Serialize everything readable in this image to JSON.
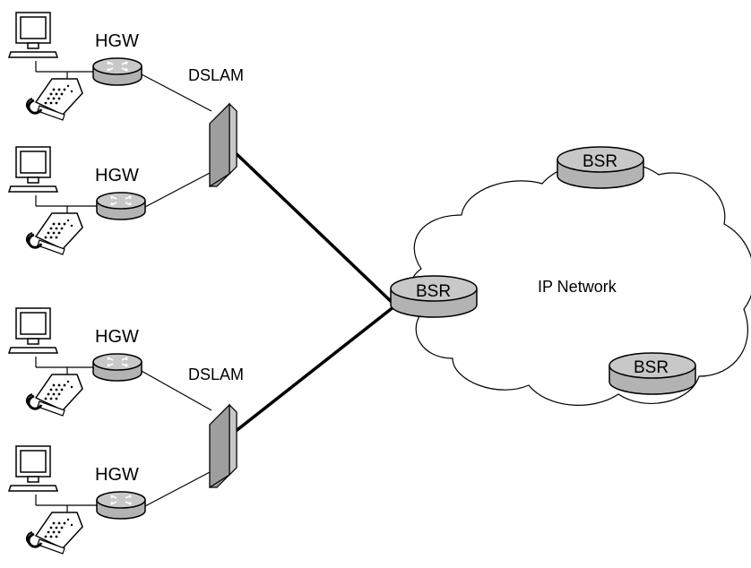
{
  "diagram": {
    "title": "",
    "colors": {
      "device_fill": "#b3b3b3",
      "device_top": "#c8c8c8",
      "stroke": "#000000",
      "cloud_fill": "#ffffff"
    },
    "network": {
      "label": "IP Network"
    },
    "bsr_label": "BSR",
    "dslam_label": "DSLAM",
    "hgw_label": "HGW",
    "sites": [
      {
        "dslam": "DSLAM",
        "hgws": [
          "HGW",
          "HGW"
        ]
      },
      {
        "dslam": "DSLAM",
        "hgws": [
          "HGW",
          "HGW"
        ]
      }
    ],
    "edge_routers": [
      "BSR"
    ],
    "core_routers": [
      "BSR",
      "BSR"
    ],
    "icons": [
      "computer-icon",
      "phone-icon",
      "router-icon",
      "dslam-icon",
      "cloud-icon"
    ]
  }
}
